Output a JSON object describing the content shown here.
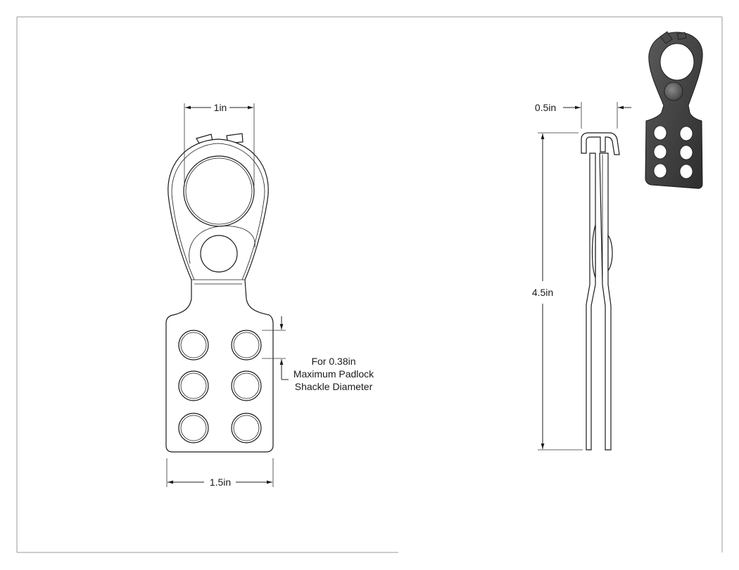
{
  "drawing": {
    "dimensions": {
      "ring_width": "1in",
      "body_width": "1.5in",
      "thickness": "0.5in",
      "height": "4.5in"
    },
    "note": {
      "line1": "For 0.38in",
      "line2": "Maximum Padlock",
      "line3": "Shackle Diameter"
    }
  },
  "colors": {
    "border": "#888888",
    "line": "#1a1a1a",
    "iso_fill": "#3a3a3a"
  }
}
